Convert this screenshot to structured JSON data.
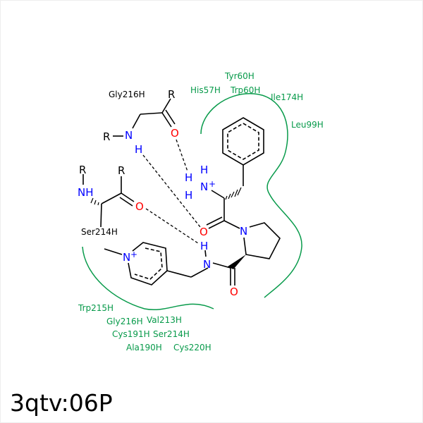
{
  "title": "3qtv:06P",
  "colors": {
    "residue_contact": "#079a4a",
    "nitrogen": "#0000ff",
    "oxygen": "#ff0000",
    "bond": "#000000"
  },
  "residues_hbond": [
    "Gly216H",
    "Ser214H"
  ],
  "residues_hydrophobic": [
    "Tyr60H",
    "His57H",
    "Trp60H",
    "Ile174H",
    "Leu99H",
    "Trp215H",
    "Gly216H",
    "Val213H",
    "Cys191H",
    "Ser214H",
    "Ala190H",
    "Cys220H"
  ],
  "atoms": {
    "R": "R",
    "N": "N",
    "H": "H",
    "O": "O",
    "NH": "NH",
    "plus": "+"
  }
}
